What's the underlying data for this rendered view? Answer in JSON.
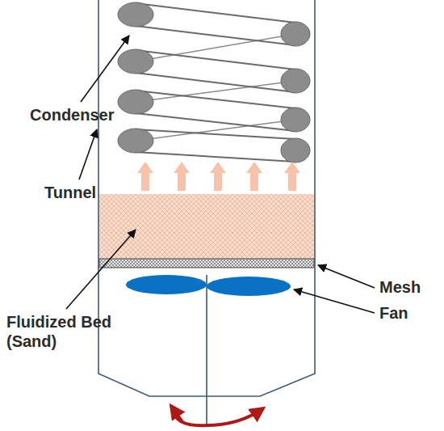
{
  "diagram": {
    "labels": [
      "Condenser",
      "Tunnel",
      "Fluidized Bed (Sand)",
      "Mesh",
      "Fan"
    ]
  }
}
